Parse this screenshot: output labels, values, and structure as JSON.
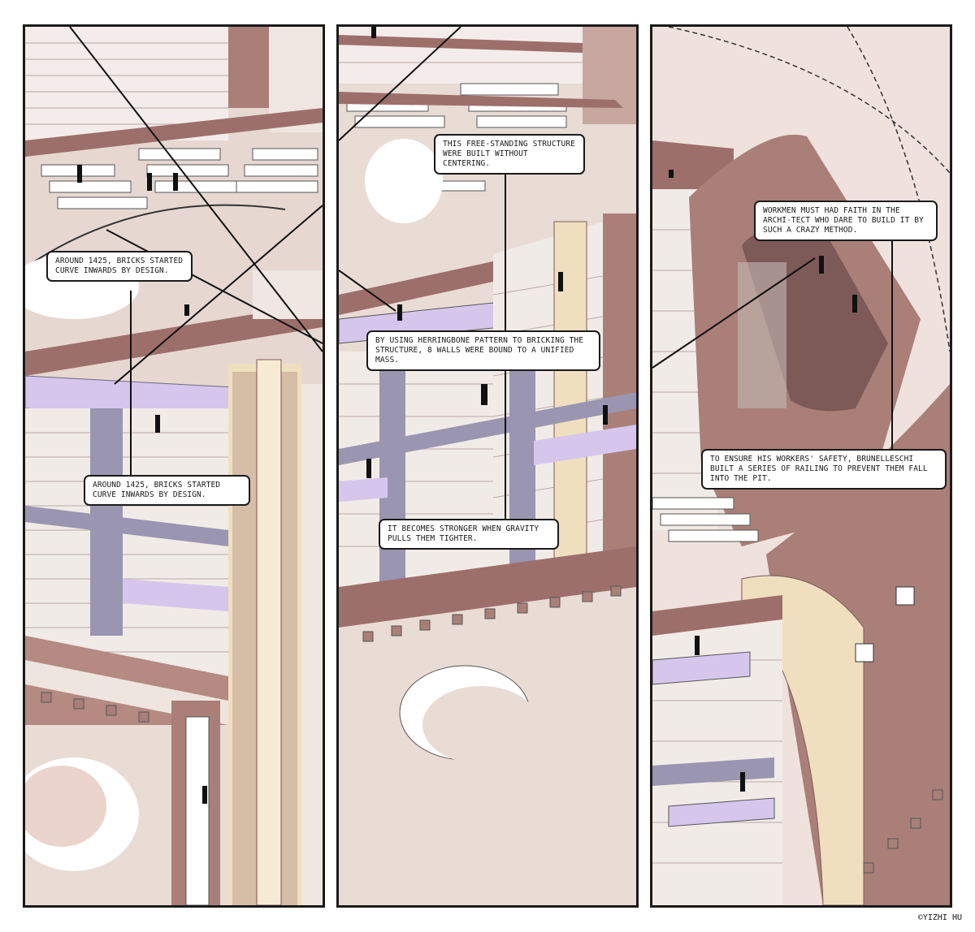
{
  "panels": [
    {
      "captions": [
        "AROUND 1425, BRICKS STARTED CURVE INWARDS BY DESIGN.",
        "AROUND 1425, BRICKS STARTED CURVE INWARDS BY DESIGN."
      ]
    },
    {
      "captions": [
        "THIS FREE-STANDING STRUCTURE WERE BUILT WITHOUT CENTERING.",
        "BY USING HERRINGBONE PATTERN TO BRICKING THE STRUCTURE, 8 WALLS WERE BOUND TO A UNIFIED MASS.",
        "IT BECOMES STRONGER WHEN GRAVITY PULLS THEM TIGHTER."
      ]
    },
    {
      "captions": [
        "WORKMEN MUST HAD FAITH IN THE ARCHI-TECT WHO DARE TO BUILD IT BY SUCH A CRAZY METHOD.",
        "TO ENSURE HIS WORKERS' SAFETY, BRUNELLESCHI BUILT A SERIES OF RAILING TO PREVENT THEM FALL INTO THE PIT."
      ]
    }
  ],
  "credit": "©YIZHI HU",
  "colors": {
    "brick": "#a97f78",
    "brick_dark": "#7d5a58",
    "cream": "#efdfbf",
    "lavender": "#d6c6ec",
    "slate": "#9a95b0",
    "plaster": "#e9dcd5",
    "white": "#ffffff"
  }
}
